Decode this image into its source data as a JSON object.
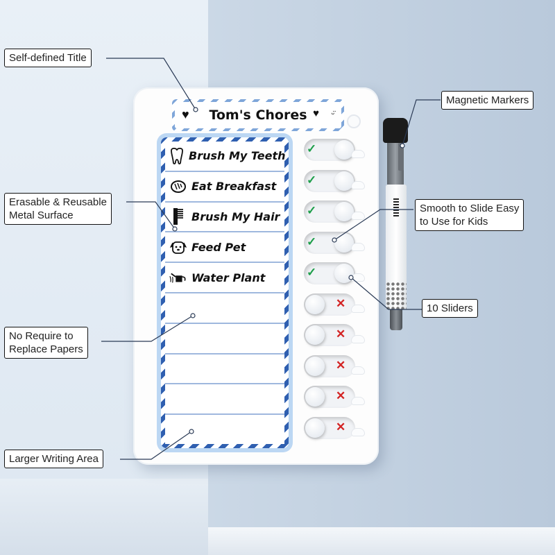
{
  "board": {
    "title": "Tom's Chores",
    "chores": [
      {
        "label": "Brush My Teeth",
        "icon": "tooth-icon"
      },
      {
        "label": "Eat Breakfast",
        "icon": "bread-icon"
      },
      {
        "label": "Brush My Hair",
        "icon": "comb-icon"
      },
      {
        "label": "Feed Pet",
        "icon": "dog-icon"
      },
      {
        "label": "Water Plant",
        "icon": "watering-can-icon"
      }
    ],
    "sliders": [
      {
        "state": "done"
      },
      {
        "state": "done"
      },
      {
        "state": "done"
      },
      {
        "state": "done"
      },
      {
        "state": "done"
      },
      {
        "state": "not-done"
      },
      {
        "state": "not-done"
      },
      {
        "state": "not-done"
      },
      {
        "state": "not-done"
      },
      {
        "state": "not-done"
      }
    ]
  },
  "callouts": {
    "self_defined_title": "Self-defined Title",
    "magnetic_markers": "Magnetic Markers",
    "erasable_line1": "Erasable & Reusable",
    "erasable_line2": "Metal Surface",
    "smooth_line1": "Smooth to Slide Easy",
    "smooth_line2": "to Use for Kids",
    "ten_sliders": "10 Sliders",
    "no_require_line1": "No Require to",
    "no_require_line2": "Replace Papers",
    "larger_writing": "Larger Writing Area"
  },
  "colors": {
    "check": "#1e9e4a",
    "cross": "#d32424",
    "stripe_blue": "#2f5fb0"
  }
}
